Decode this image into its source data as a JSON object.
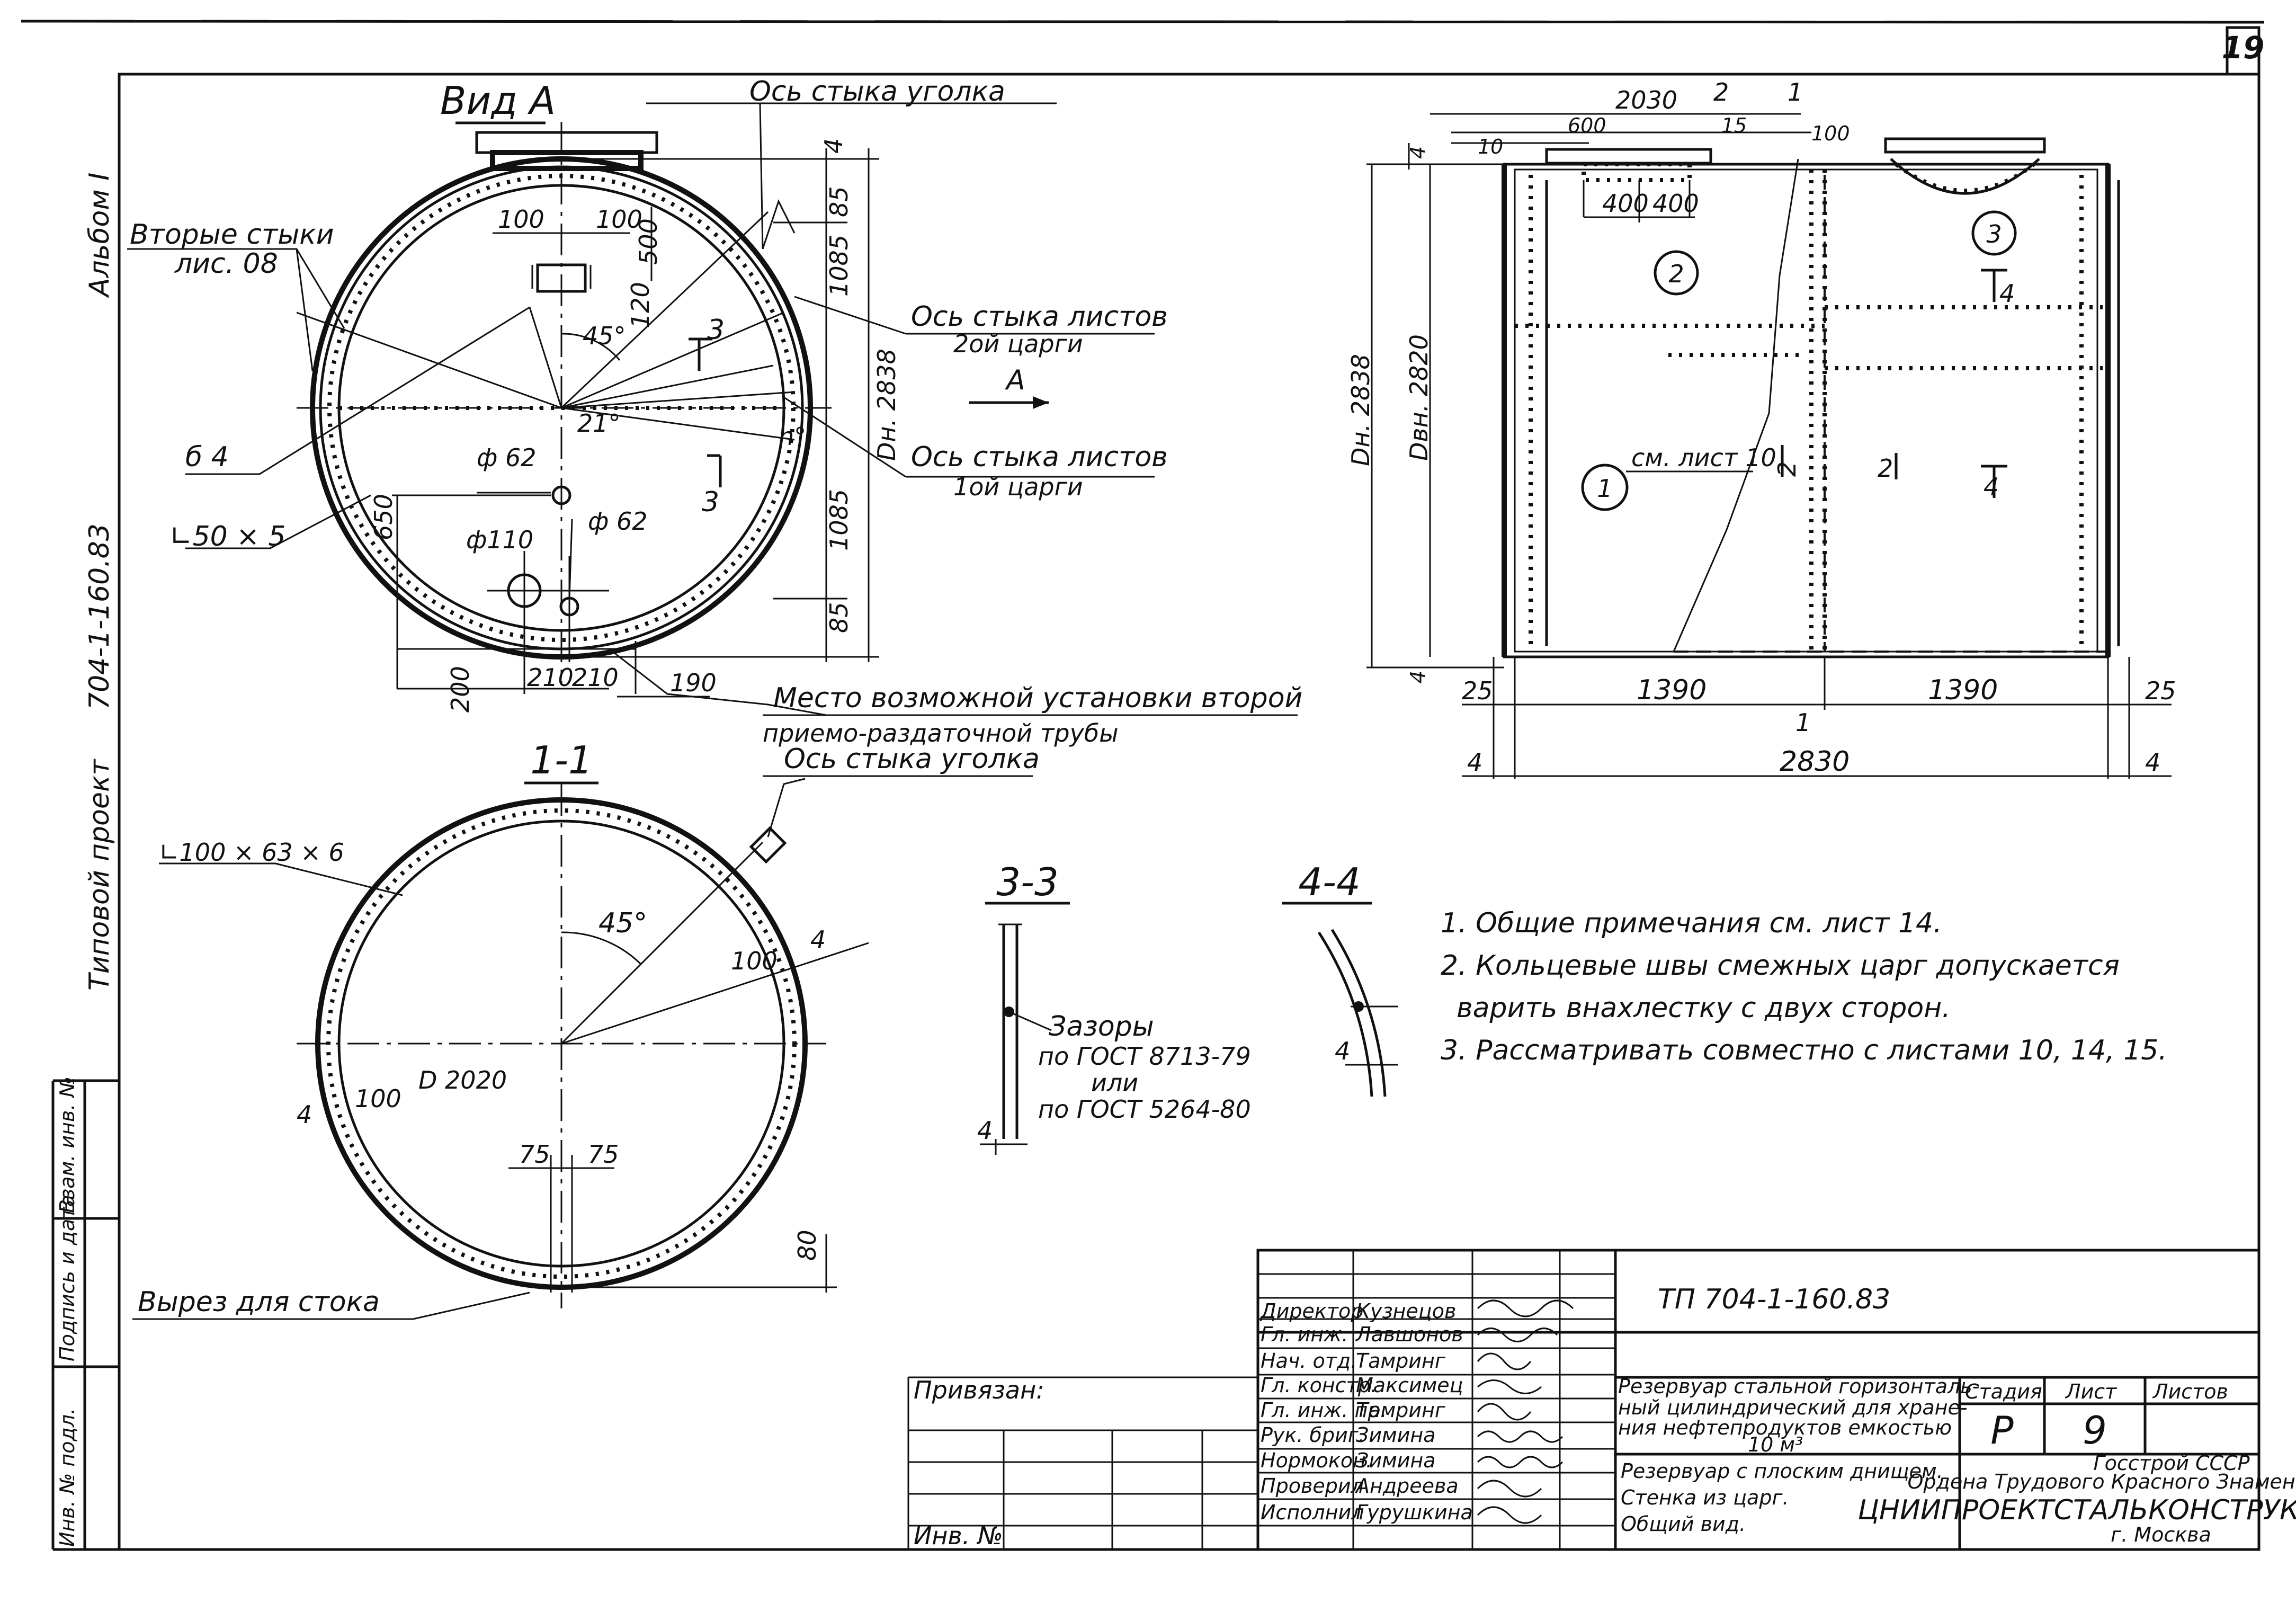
{
  "sheet_number": "19",
  "side": {
    "album": "Альбом I",
    "project_code": "704-1-160.83",
    "project_type": "Типовой проект",
    "stamp_labels": [
      "Инв. № подл.",
      "Подпись и дата",
      "Взам. инв. №"
    ]
  },
  "view_a": {
    "title": "Вид А",
    "labels": {
      "corner_axis": "Ось стыка уголка",
      "second_joints": "Вторые стыки",
      "second_joints_ref": "лис. 08",
      "axis_sheets_2": "Ось стыка листов",
      "course_2": "2ой царги",
      "arrow_a": "А",
      "axis_sheets_1": "Ось стыка листов",
      "course_1": "1ой царги",
      "plate": "б 4",
      "angle": "∟50 × 5",
      "hole_62a": "ф 62",
      "hole_62b": "ф 62",
      "hole_110": "ф110",
      "inner_diam": "Dн. 2838",
      "angle_45": "45°",
      "angle_21": "21°",
      "angle_n": "n°",
      "section_3": "3",
      "dim_100a": "100",
      "dim_100b": "100",
      "dim_500": "500",
      "dim_120": "120",
      "dim_85_top": "85",
      "dim_1085_top": "1085",
      "dim_1085_bot": "1085",
      "dim_85_bot": "85",
      "dim_650": "650",
      "dim_200": "200",
      "dim_210a": "210",
      "dim_210b": "210",
      "dim_190": "190",
      "dim_4": "4"
    },
    "note_lines": [
      "Место возможной установки второй",
      "приемо-раздаточной трубы",
      "Ось стыка уголка"
    ]
  },
  "section_1": {
    "title": "1-1",
    "angle": "∟100 × 63 × 6",
    "angle_45": "45°",
    "dim_100a": "100",
    "dim_100b": "100",
    "inner_d": "D 2020",
    "dim_4a": "4",
    "dim_4b": "4",
    "dim_75a": "75",
    "dim_75b": "75",
    "dim_80": "80",
    "cutout": "Вырез для стока"
  },
  "section_3": {
    "title": "3-3",
    "gaps": "Зазоры",
    "gost1": "по ГОСТ 8713-79",
    "or": "или",
    "gost2": "по ГОСТ 5264-80",
    "dim_4": "4"
  },
  "section_4": {
    "title": "4-4",
    "dim_4": "4"
  },
  "side_view": {
    "dim_2030": "2030",
    "dim_600": "600",
    "dim_2": "2",
    "dim_1": "1",
    "dim_15": "15",
    "dim_100": "100",
    "dim_10": "10",
    "dim_4_top": "4",
    "dim_400a": "400",
    "dim_400b": "400",
    "outer_d": "Dн. 2838",
    "inner_d": "Dвн. 2820",
    "see_sheet": "см. лист 10",
    "pos_1": "1",
    "pos_2": "2",
    "pos_3": "3",
    "sec_2a": "2",
    "sec_2b": "2",
    "sec_4a": "4",
    "sec_4b": "4",
    "sec_1": "1",
    "dim_4_bot": "4",
    "dim_25a": "25",
    "dim_1390a": "1390",
    "dim_1390b": "1390",
    "dim_25b": "25",
    "dim_2830": "2830",
    "dim_4a": "4",
    "dim_4b": "4"
  },
  "notes": [
    "1. Общие примечания см. лист 14.",
    "2. Кольцевые швы смежных царг допускается",
    "варить внахлестку с двух сторон.",
    "3. Рассматривать совместно с листами  10, 14, 15."
  ],
  "title_block": {
    "code": "ТП 704-1-160.83",
    "roles": [
      "Директор",
      "Гл. инж.",
      "Нач. отд.",
      "Гл. констр.",
      "Гл. инж. пр.",
      "Рук. бриг.",
      "Нормокон.",
      "Проверил",
      "Исполнил"
    ],
    "names": [
      "Кузнецов",
      "Лавшонов",
      "Тамринг",
      "Максимец",
      "Тамринг",
      "Зимина",
      "Зимина",
      "Андреева",
      "Гурушкина"
    ],
    "bound": "Привязан:",
    "inv": "Инв. №",
    "object_lines": [
      "Резервуар стальной горизонталь-",
      "ный цилиндрический для хране-",
      "ния нефтепродуктов емкостью",
      "10 м³"
    ],
    "sheet_title_lines": [
      "Резервуар с плоским днищем.",
      "Стенка из царг.",
      "Общий вид."
    ],
    "stage_label": "Стадия",
    "sheet_label": "Лист",
    "sheets_label": "Листов",
    "stage": "Р",
    "sheet": "9",
    "org_lines": [
      "Госстрой СССР",
      "Ордена Трудового Красного Знамени",
      "ЦНИИПРОЕКТСТАЛЬКОНСТРУКЦИЯ",
      "г. Москва"
    ]
  }
}
